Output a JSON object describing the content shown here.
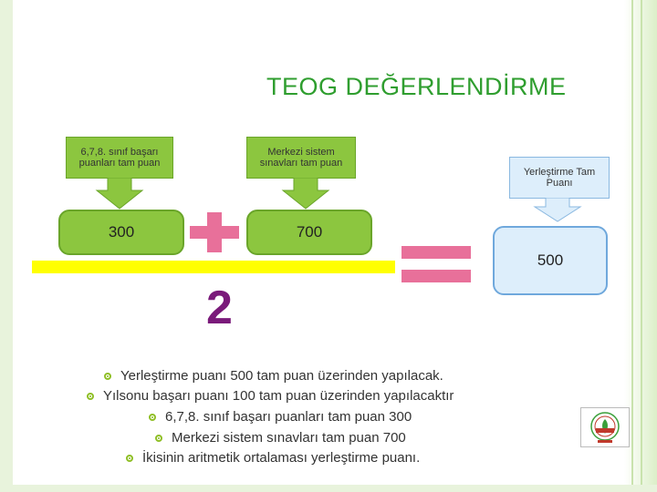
{
  "title": "TEOG DEĞERLENDİRME",
  "callouts": {
    "grades_label": "6,7,8. sınıf başarı puanları tam puan",
    "central_label": "Merkezi sistem sınavları tam puan",
    "placement_label": "Yerleştirme Tam Puanı"
  },
  "values": {
    "grades_value": "300",
    "central_value": "700",
    "placement_value": "500",
    "divisor": "2"
  },
  "bullets": [
    "Yerleştirme puanı 500 tam puan üzerinden yapılacak.",
    "Yılsonu başarı puanı 100 tam puan üzerinden yapılacaktır",
    "6,7,8. sınıf başarı puanları tam puan 300",
    "Merkezi sistem sınavları tam puan 700",
    "İkisinin aritmetik ortalaması yerleştirme puanı."
  ],
  "colors": {
    "title": "#2f9e2f",
    "green_box": "#8cc63f",
    "blue_box": "#ddeefb",
    "operator": "#e8709a",
    "bar": "#ffff00",
    "divisor": "#7a1a7a"
  },
  "logo_icon": "school-emblem-icon"
}
